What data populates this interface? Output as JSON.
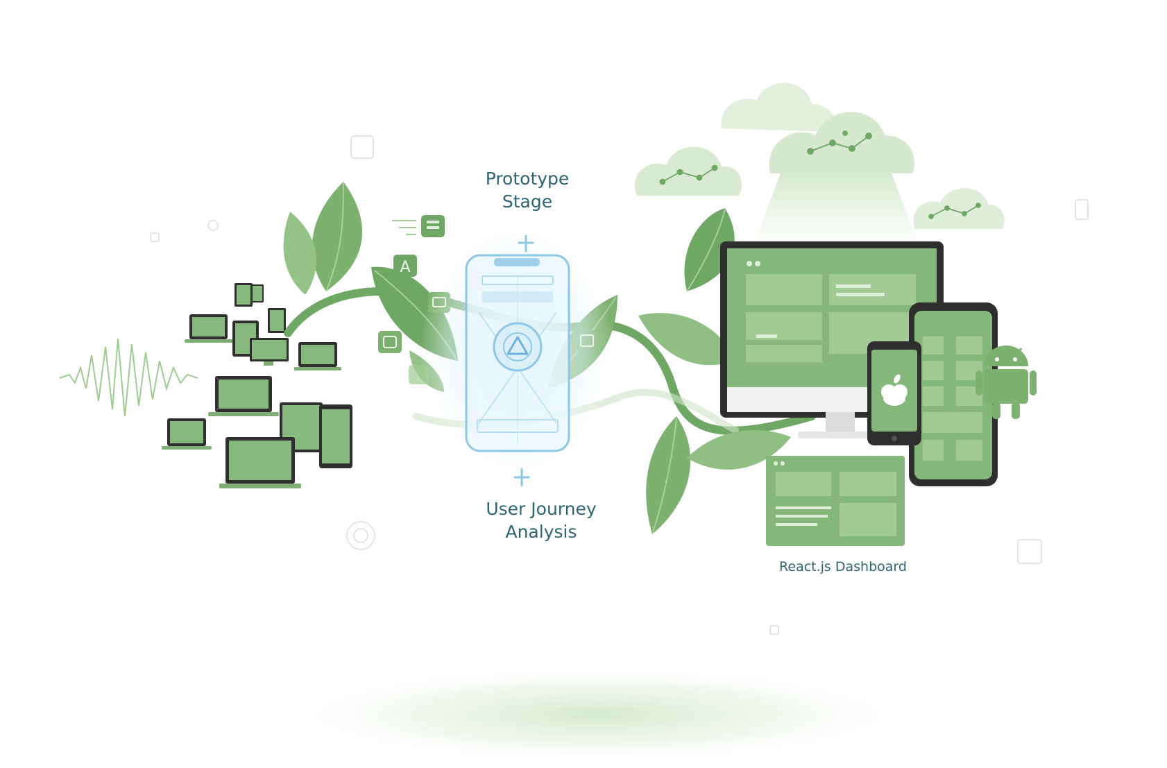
{
  "labels": {
    "prototype_stage": [
      "Prototype",
      "Stage"
    ],
    "user_journey": [
      "User Journey",
      "Analysis"
    ],
    "dashboard": "React.js Dashboard"
  },
  "icons": {
    "android": "android-robot-icon",
    "apple": "apple-logo-icon",
    "waveform": "sound-wave-icon",
    "cloud": "cloud-network-icon",
    "prototype_symbol": "triangle-circle-icon"
  },
  "colors": {
    "leaf_dark": "#5f9a56",
    "leaf_mid": "#7cb16f",
    "leaf_light": "#a7cf9b",
    "device_screen": "#86b77a",
    "device_frame": "#2e2e2e",
    "text": "#2f6470",
    "prototype_glow": "#bfe3f5",
    "prototype_stroke": "#8ec7e6"
  }
}
